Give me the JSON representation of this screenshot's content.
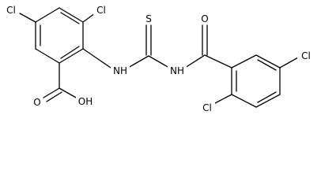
{
  "molecule": {
    "atoms": {
      "cl_top_left": "Cl",
      "cl_top_mid": "Cl",
      "nh_left": "NH",
      "s_atom": "S",
      "nh_right": "NH",
      "o_carbonyl": "O",
      "o_acid": "O",
      "oh_acid": "OH",
      "cl_bottom_mid": "Cl",
      "cl_right": "Cl"
    },
    "colors": {
      "bond": "#000000",
      "text": "#000000",
      "background": "#ffffff"
    }
  }
}
